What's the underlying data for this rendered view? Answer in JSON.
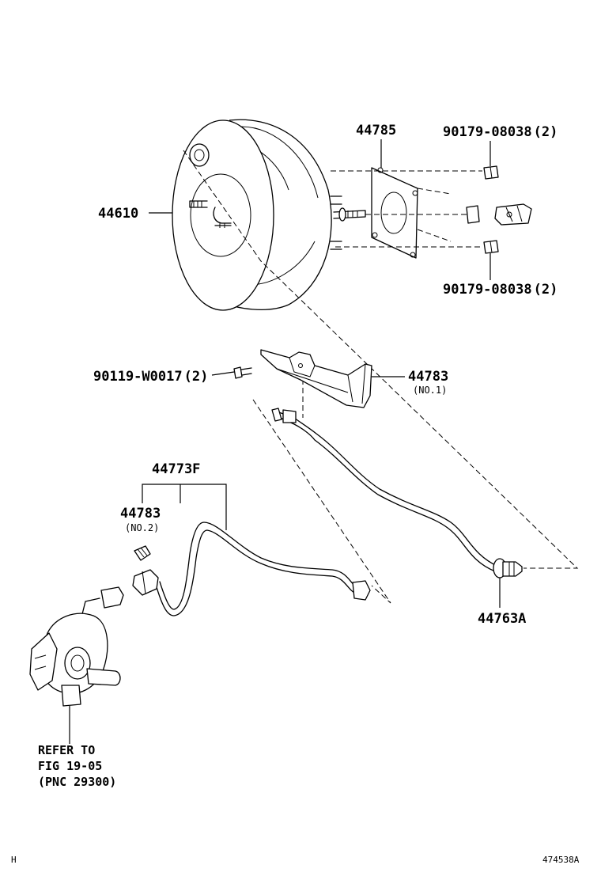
{
  "parts": {
    "booster": "44610",
    "gasket": "44785",
    "nut_upper": {
      "number": "90179-08038",
      "qty": "(2)"
    },
    "nut_lower": {
      "number": "90179-08038",
      "qty": "(2)"
    },
    "bolt": {
      "number": "90119-W0017",
      "qty": "(2)"
    },
    "bracket_no1": {
      "number": "44783",
      "sub": "(NO.1)"
    },
    "hose_assembly": "44773F",
    "clamp_no2": {
      "number": "44783",
      "sub": "(NO.2)"
    },
    "check_valve": "44763A"
  },
  "reference": {
    "line1": "REFER TO",
    "line2": "FIG 19-05",
    "line3": "(PNC 29300)"
  },
  "footer": {
    "left": "H",
    "right": "474538A"
  }
}
